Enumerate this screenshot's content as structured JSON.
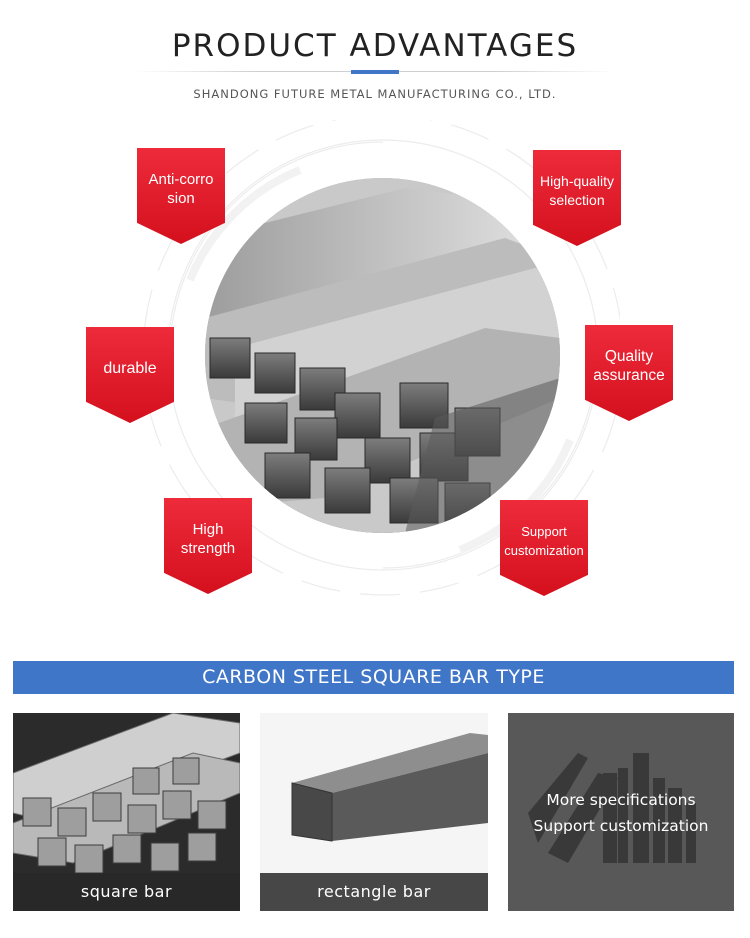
{
  "header": {
    "title": "PRODUCT ADVANTAGES",
    "subtitle": "SHANDONG FUTURE METAL MANUFACTURING CO., LTD."
  },
  "advantages": [
    {
      "label": "Anti-corro\nsion"
    },
    {
      "label": "High-quality\nselection"
    },
    {
      "label": "durable"
    },
    {
      "label": "Quality\nassurance"
    },
    {
      "label": "High\nstrength"
    },
    {
      "label": "Support\ncustomization"
    }
  ],
  "types": {
    "heading": "CARBON STEEL SQUARE BAR TYPE",
    "cards": [
      {
        "caption": "square  bar"
      },
      {
        "caption": "rectangle  bar"
      }
    ],
    "more_line1": "More specifications",
    "more_line2": "Support customization"
  },
  "colors": {
    "accent_blue": "#3f76c8",
    "tag_red": "#e31b2b"
  }
}
